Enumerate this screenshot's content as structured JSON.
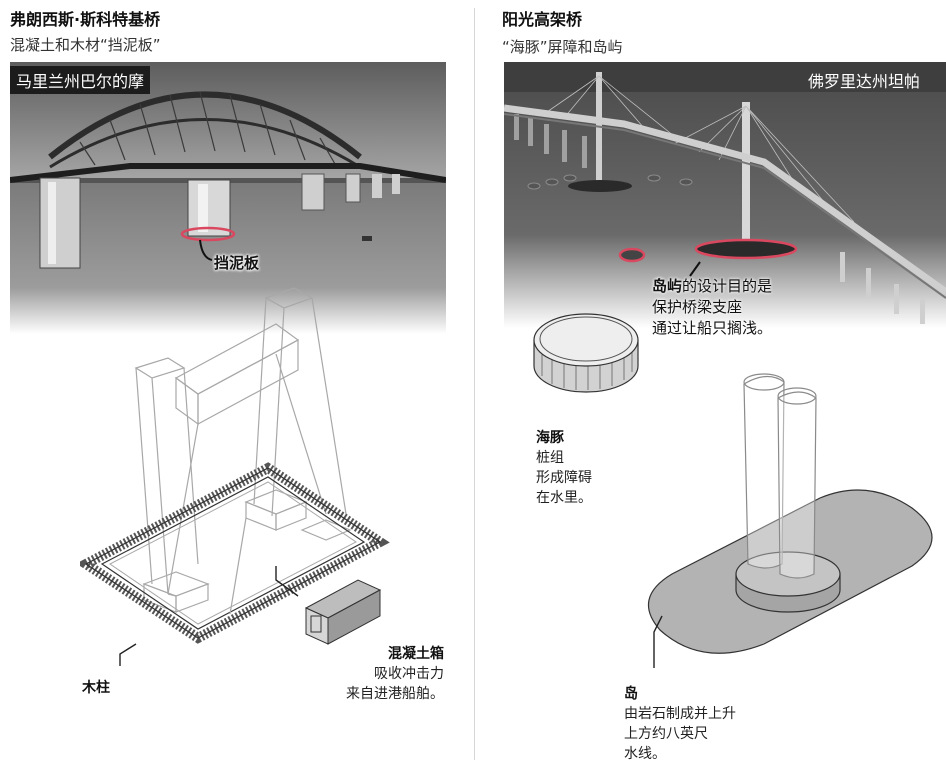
{
  "left": {
    "title": "弗朗西斯·斯科特基桥",
    "subtitle": "混凝土和木材“挡泥板”",
    "photo_location": "马里兰州巴尔的摩",
    "fender_callout": "挡泥板",
    "concrete_box": {
      "label": "混凝土箱",
      "lines": [
        "吸收冲击力",
        "来自进港船舶。"
      ]
    },
    "wood_piles": {
      "label": "木柱"
    }
  },
  "right": {
    "title": "阳光高架桥",
    "subtitle": "“海豚”屏障和岛屿",
    "photo_location": "佛罗里达州坦帕",
    "islands_callout": {
      "bold": "岛屿",
      "rest_first": "的设计目的是",
      "lines": [
        "保护桥梁支座",
        "通过让船只搁浅。"
      ]
    },
    "dolphin": {
      "label": "海豚",
      "lines": [
        "桩组",
        "形成障碍",
        "在水里。"
      ]
    },
    "island": {
      "label": "岛",
      "lines": [
        "由岩石制成并上升",
        "上方约八英尺",
        "水线。"
      ]
    }
  },
  "colors": {
    "highlight": "#d9485f",
    "island_fill": "#b3b3b3",
    "line": "#333333"
  }
}
